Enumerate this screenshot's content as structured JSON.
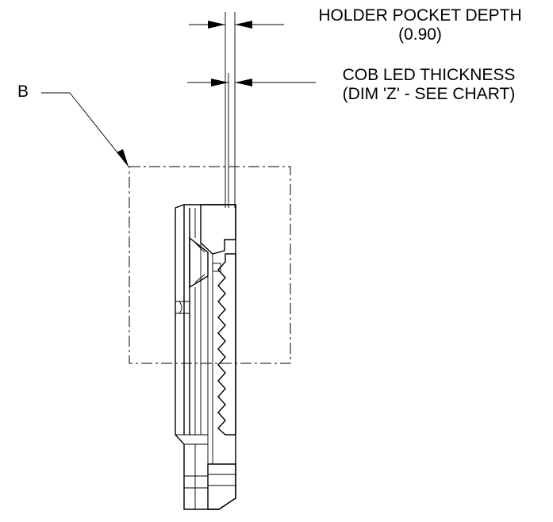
{
  "callouts": {
    "holder_pocket_depth": {
      "line1": "HOLDER POCKET DEPTH",
      "line2": "(0.90)"
    },
    "cob_led_thickness": {
      "line1": "COB LED THICKNESS",
      "line2": "(DIM 'Z' - SEE CHART)"
    }
  },
  "detail_label": "B",
  "colors": {
    "line": "#000000",
    "background": "#ffffff"
  }
}
